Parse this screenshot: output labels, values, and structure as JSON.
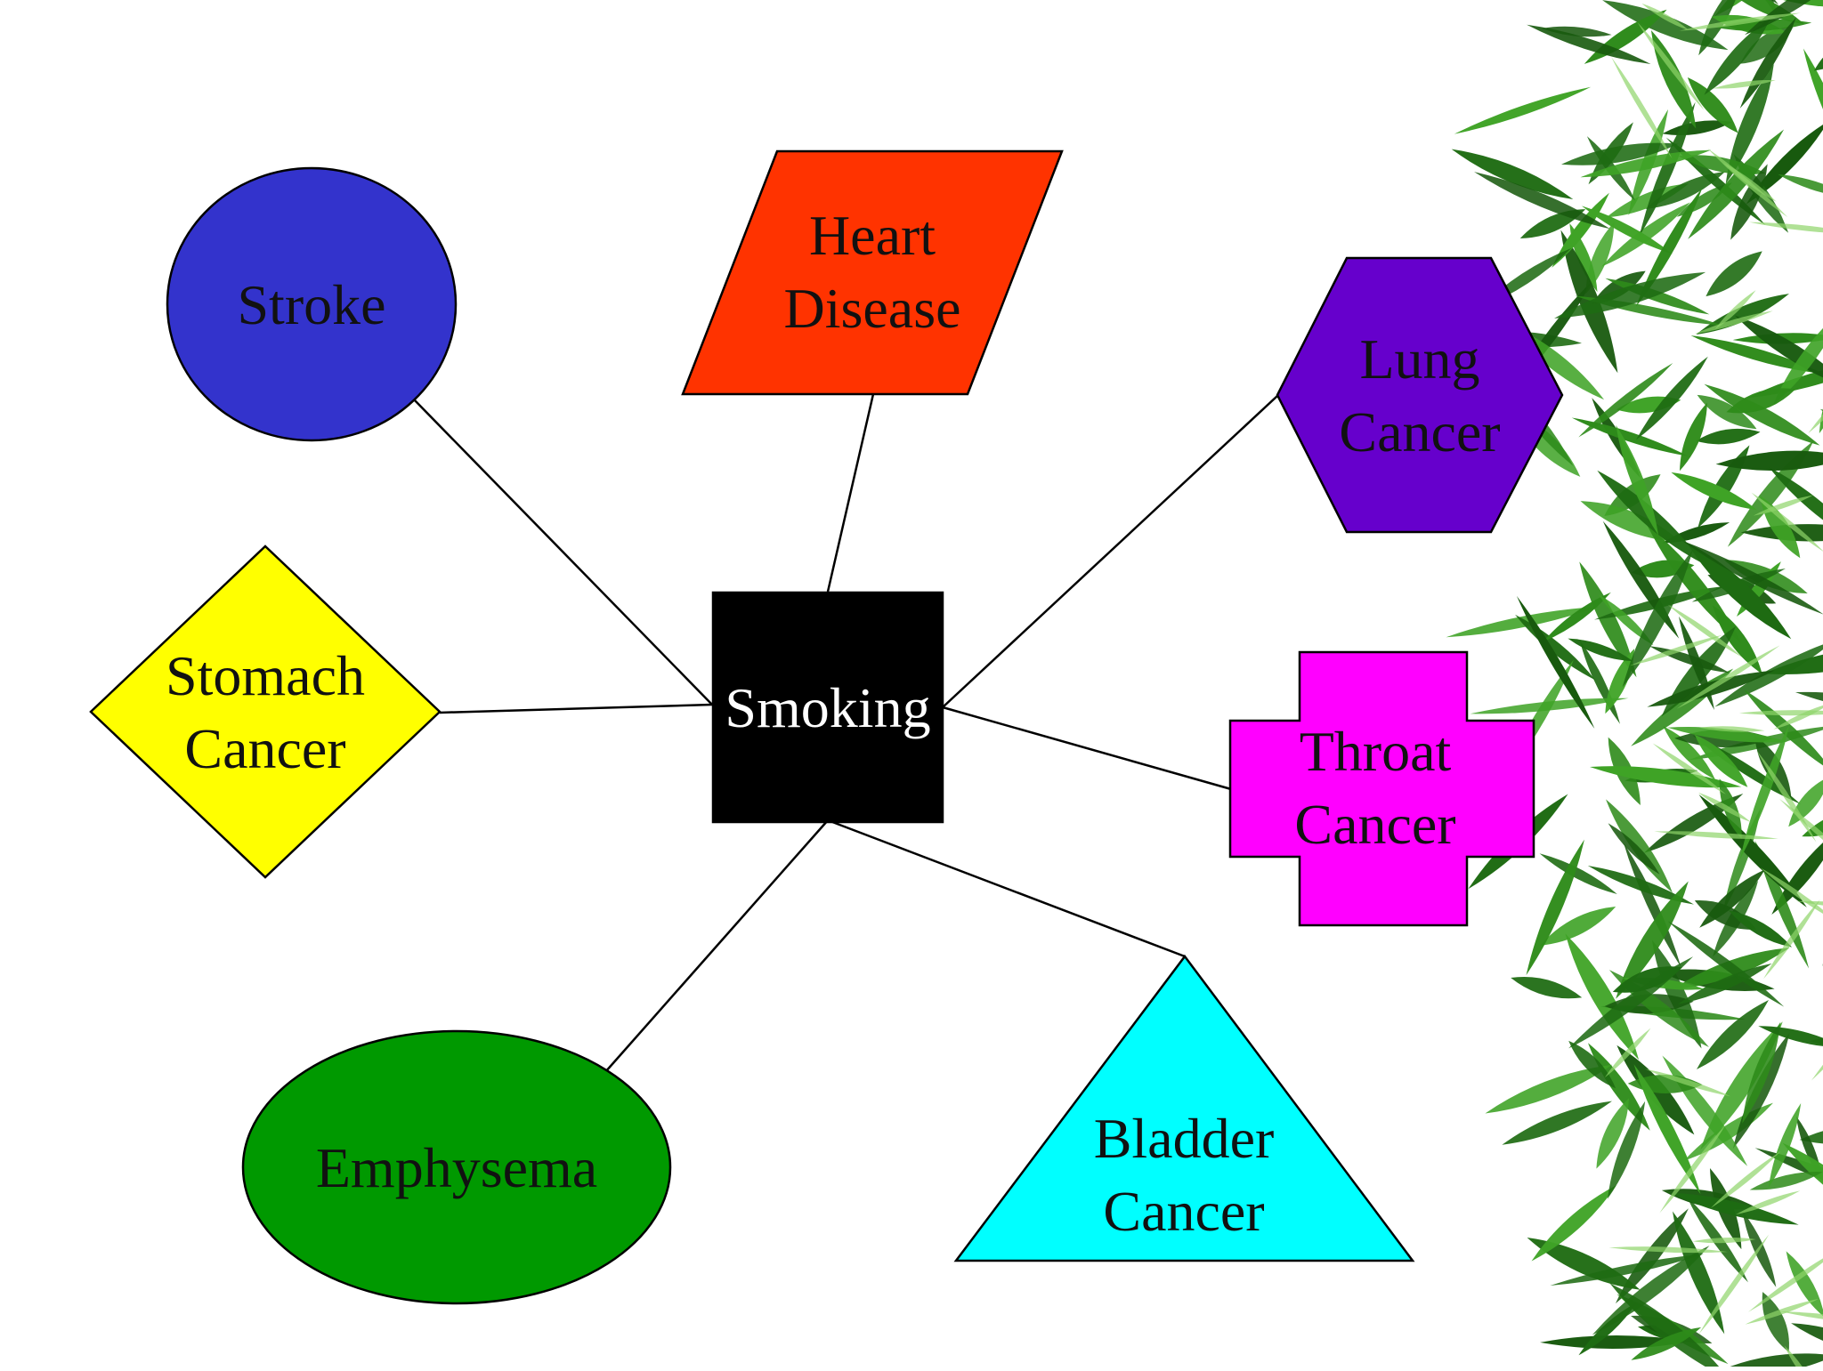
{
  "diagram": {
    "center": {
      "lines": [
        "Smoking"
      ],
      "fill": "#000000",
      "text_color": "#ffffff"
    },
    "nodes": [
      {
        "id": "stroke",
        "shape": "circle",
        "lines": [
          "Stroke"
        ],
        "fill": "#3333CC",
        "text_color": "#111111"
      },
      {
        "id": "heart-disease",
        "shape": "parallelogram",
        "lines": [
          "Heart",
          "Disease"
        ],
        "fill": "#FF3300",
        "text_color": "#111111"
      },
      {
        "id": "lung-cancer",
        "shape": "hexagon",
        "lines": [
          "Lung",
          "Cancer"
        ],
        "fill": "#6600CC",
        "text_color": "#111111"
      },
      {
        "id": "throat-cancer",
        "shape": "plus",
        "lines": [
          "Throat",
          "Cancer"
        ],
        "fill": "#FF00FF",
        "text_color": "#111111"
      },
      {
        "id": "bladder-cancer",
        "shape": "triangle",
        "lines": [
          "Bladder",
          "Cancer"
        ],
        "fill": "#00FFFF",
        "text_color": "#111111"
      },
      {
        "id": "emphysema",
        "shape": "ellipse",
        "lines": [
          "Emphysema"
        ],
        "fill": "#009900",
        "text_color": "#111111"
      },
      {
        "id": "stomach-cancer",
        "shape": "diamond",
        "lines": [
          "Stomach",
          "Cancer"
        ],
        "fill": "#FFFF00",
        "text_color": "#111111"
      }
    ],
    "edges": [
      {
        "from": "smoking",
        "to": "stroke"
      },
      {
        "from": "smoking",
        "to": "heart-disease"
      },
      {
        "from": "smoking",
        "to": "lung-cancer"
      },
      {
        "from": "smoking",
        "to": "throat-cancer"
      },
      {
        "from": "smoking",
        "to": "bladder-cancer"
      },
      {
        "from": "smoking",
        "to": "emphysema"
      },
      {
        "from": "smoking",
        "to": "stomach-cancer"
      }
    ]
  },
  "decoration": {
    "image": "bamboo-leaves",
    "leaf_colors": [
      "#1E6B12",
      "#2E8B1A",
      "#3FA326",
      "#185A0E"
    ]
  }
}
